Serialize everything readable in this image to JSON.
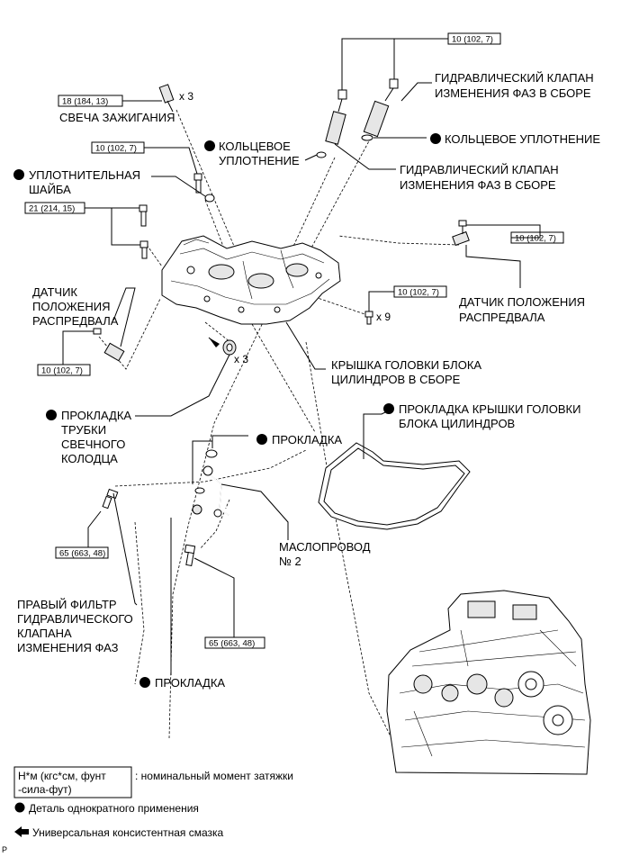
{
  "labels": {
    "spark_plug": "СВЕЧА ЗАЖИГАНИЯ",
    "x3_top": "x 3",
    "o_ring_left_1": "КОЛЬЦЕВОЕ",
    "o_ring_left_2": "УПЛОТНЕНИЕ",
    "seal_washer_1": "УПЛОТНИТЕЛЬНАЯ",
    "seal_washer_2": "ШАЙБА",
    "ocv_top_1": "ГИДРАВЛИЧЕСКИЙ КЛАПАН",
    "ocv_top_2": "ИЗМЕНЕНИЯ ФАЗ В СБОРЕ",
    "o_ring_right": "КОЛЬЦЕВОЕ УПЛОТНЕНИЕ",
    "ocv_mid_1": "ГИДРАВЛИЧЕСКИЙ КЛАПАН",
    "ocv_mid_2": "ИЗМЕНЕНИЯ ФАЗ В СБОРЕ",
    "cam_sensor_left_1": "ДАТЧИК",
    "cam_sensor_left_2": "ПОЛОЖЕНИЯ",
    "cam_sensor_left_3": "РАСПРЕДВАЛА",
    "cam_sensor_right_1": "ДАТЧИК ПОЛОЖЕНИЯ",
    "cam_sensor_right_2": "РАСПРЕДВАЛА",
    "x9": "x 9",
    "cover_1": "КРЫШКА ГОЛОВКИ БЛОКА",
    "cover_2": "ЦИЛИНДРОВ В СБОРЕ",
    "x3_mid": "x 3",
    "tube_gasket_1": "ПРОКЛАДКА",
    "tube_gasket_2": "ТРУБКИ",
    "tube_gasket_3": "СВЕЧНОГО",
    "tube_gasket_4": "КОЛОДЦА",
    "cover_gasket_1": "ПРОКЛАДКА КРЫШКИ ГОЛОВКИ",
    "cover_gasket_2": "БЛОКА ЦИЛИНДРОВ",
    "gasket_mid": "ПРОКЛАДКА",
    "oil_pipe_1": "МАСЛОПРОВОД",
    "oil_pipe_2": "№ 2",
    "filter_1": "ПРАВЫЙ ФИЛЬТР",
    "filter_2": "ГИДРАВЛИЧЕСКОГО",
    "filter_3": "КЛАПАНА",
    "filter_4": "ИЗМЕНЕНИЯ ФАЗ",
    "gasket_bottom": "ПРОКЛАДКА"
  },
  "torque": {
    "spark_plug": "18 (184, 13)",
    "ocv_top": "10 (102, 7)",
    "washer_bolt": "10 (102, 7)",
    "cover_left": "21 (214, 15)",
    "cam_sensor_right": "10 (102, 7)",
    "cover_right": "10 (102, 7)",
    "cam_sensor_left": "10 (102, 7)",
    "filter_bolt": "65 (663, 48)",
    "union_bolt": "65 (663, 48)"
  },
  "legend": {
    "torque_box_1": "Н*м (кгс*см, фунт",
    "torque_box_2": "-сила-фут)",
    "torque_desc": ": номинальный момент затяжки",
    "non_reusable": "Деталь однократного применения",
    "grease": "Универсальная консистентная смазка"
  },
  "footer_code": "P"
}
